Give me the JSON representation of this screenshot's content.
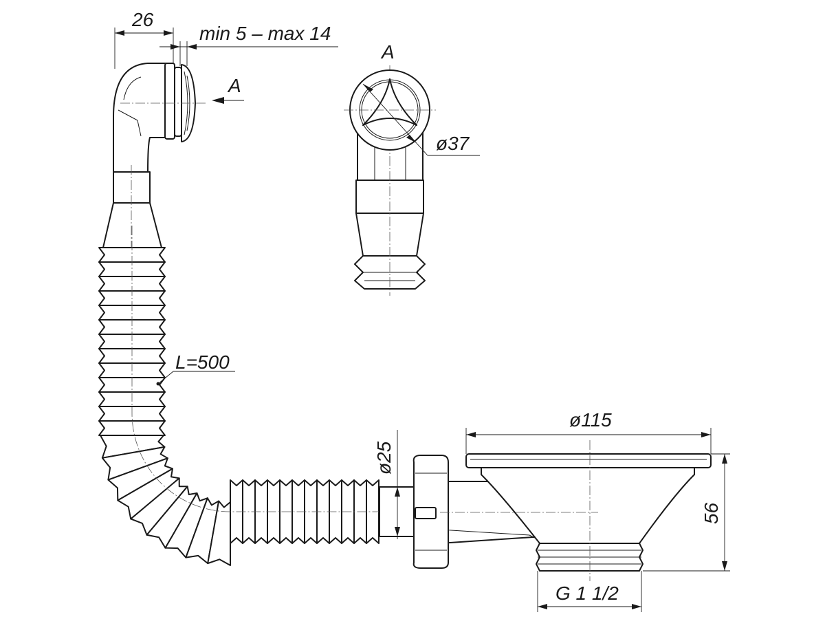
{
  "dimensions": {
    "overflow_width": "26",
    "wall_thickness": "min 5 – max 14",
    "view_marker": "A",
    "view_title": "A",
    "overflow_diameter": "ø37",
    "hose_length": "L=500",
    "hose_diameter": "ø25",
    "strainer_diameter": "ø115",
    "strainer_height": "56",
    "thread": "G 1 1/2"
  },
  "hose": {
    "ribs_vertical": 13,
    "ribs_bend": 9,
    "ribs_horizontal": 12
  }
}
